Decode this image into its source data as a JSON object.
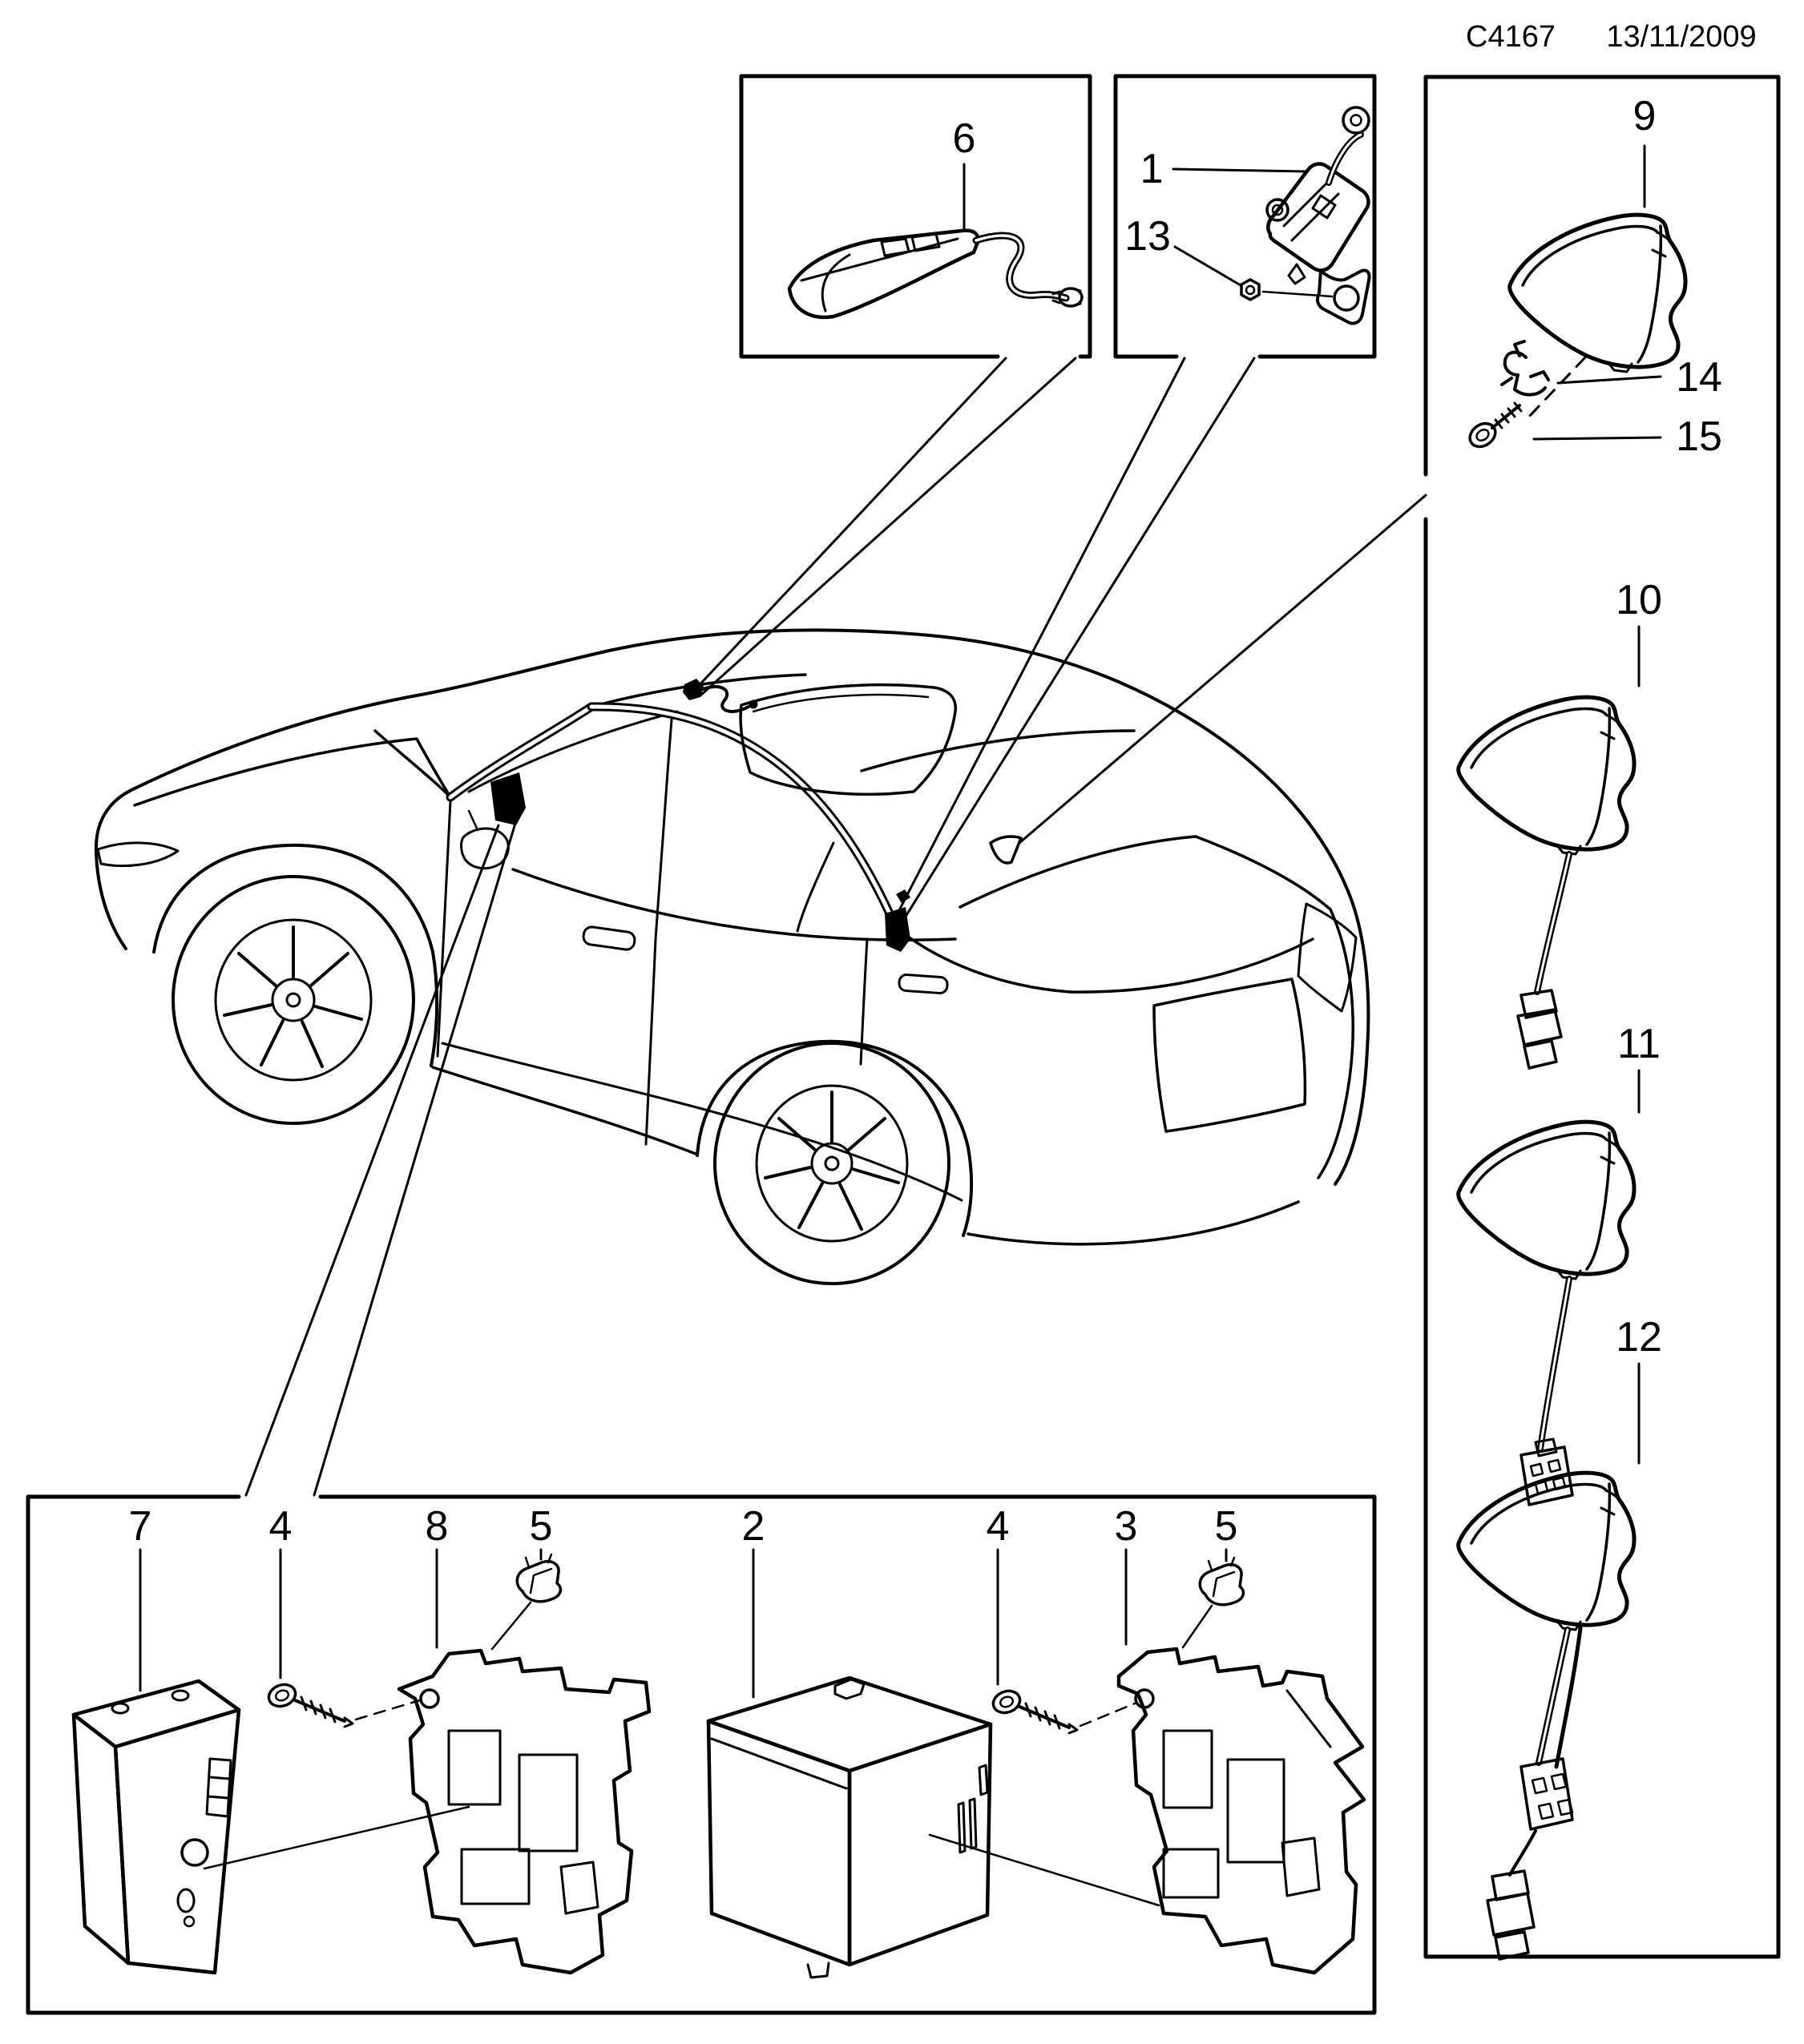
{
  "header": {
    "code": "C4167",
    "date": "13/11/2009"
  },
  "callouts": {
    "p6": "6",
    "p1": "1",
    "p13": "13",
    "p9": "9",
    "p14": "14",
    "p15": "15",
    "p10": "10",
    "p11": "11",
    "p12": "12",
    "p7": "7",
    "p4a": "4",
    "p8": "8",
    "p5a": "5",
    "p2": "2",
    "p4b": "4",
    "p3": "3",
    "p5b": "5"
  },
  "colors": {
    "ink": "#000000",
    "paper": "#ffffff"
  }
}
